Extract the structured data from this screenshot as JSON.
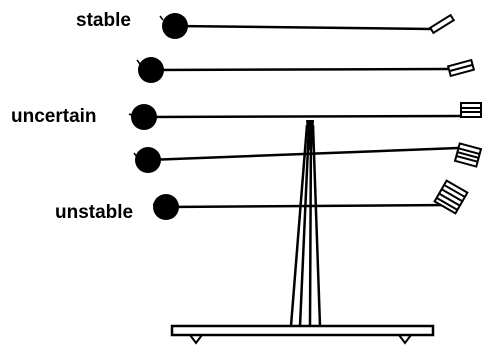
{
  "labels": {
    "top": "stable",
    "middle": "uncertain",
    "bottom": "unstable"
  },
  "colors": {
    "ink": "#000000",
    "paper": "#ffffff"
  }
}
